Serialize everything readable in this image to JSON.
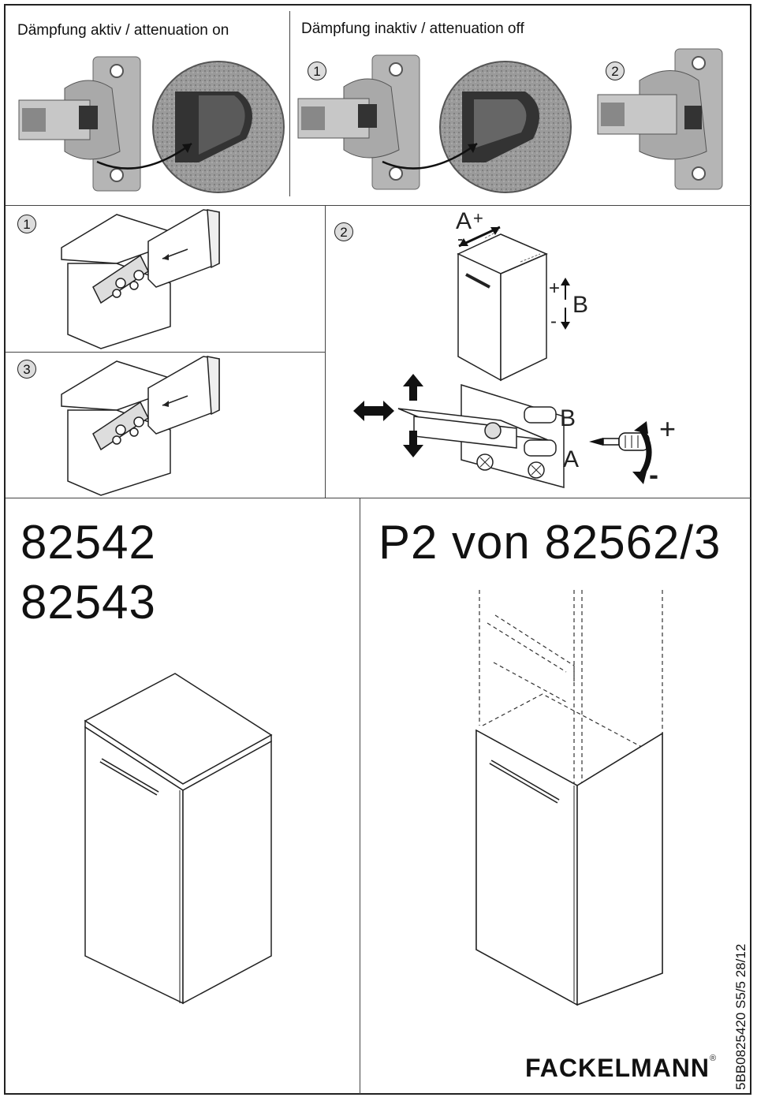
{
  "damping": {
    "on_caption": "Dämpfung aktiv / attenuation on",
    "off_caption": "Dämpfung inaktiv / attenuation off",
    "step_1": "1",
    "step_2": "2"
  },
  "adjust": {
    "step_1": "1",
    "step_2": "2",
    "step_3": "3",
    "axis_a": "A",
    "axis_b": "B",
    "plus": "+",
    "minus": "-"
  },
  "products": {
    "left_code_1": "82542",
    "left_code_2": "82543",
    "right_title": "P2 von 82562/3"
  },
  "footer": {
    "brand": "FACKELMANN",
    "registered": "®",
    "doc_code": "5BB0825420 S5/5 28/12"
  },
  "icons": [
    "hinge-photo",
    "magnifier-detail",
    "arrow-curved",
    "screwdriver-icon",
    "rotate-arrow-icon",
    "move-arrow-icon"
  ]
}
